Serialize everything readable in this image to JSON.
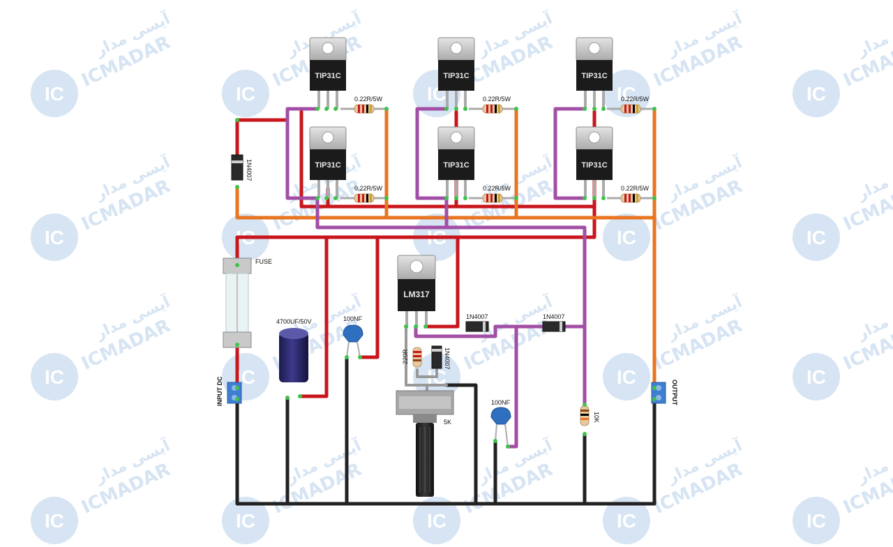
{
  "watermark": {
    "brand": "ICMADAR",
    "persian": "آیسی مدار",
    "badge": "IC"
  },
  "transistors": [
    {
      "label": "TIP31C"
    },
    {
      "label": "TIP31C"
    },
    {
      "label": "TIP31C"
    },
    {
      "label": "TIP31C"
    },
    {
      "label": "TIP31C"
    },
    {
      "label": "TIP31C"
    }
  ],
  "emitter_resistors": [
    {
      "label": "0.22R/5W"
    },
    {
      "label": "0.22R/5W"
    },
    {
      "label": "0.22R/5W"
    },
    {
      "label": "0.22R/5W"
    },
    {
      "label": "0.22R/5W"
    },
    {
      "label": "0.22R/5W"
    }
  ],
  "regulator": {
    "label": "LM317"
  },
  "diode_protect": {
    "label": "1N4007"
  },
  "diode_a": {
    "label": "1N4007"
  },
  "diode_b": {
    "label": "1N4007"
  },
  "diode_vertical": {
    "label": "1N4007"
  },
  "fuse": {
    "label": "FUSE"
  },
  "capacitor_main": {
    "label": "4700UF/50V"
  },
  "capacitor_input": {
    "label": "100NF"
  },
  "capacitor_adj": {
    "label": "100NF"
  },
  "resistor_220": {
    "label": "220R"
  },
  "resistor_10k": {
    "label": "10K"
  },
  "potentiometer": {
    "label": "5K"
  },
  "input_terminal": {
    "label": "INPUT DC"
  },
  "output_terminal": {
    "label": "OUTPUT"
  },
  "colors": {
    "positive": "#c8161c",
    "negative": "#222222",
    "base_bus": "#a24ea5",
    "output_bus": "#e87522",
    "adjust_wire": "#999999",
    "pad": "#3fc24a"
  }
}
